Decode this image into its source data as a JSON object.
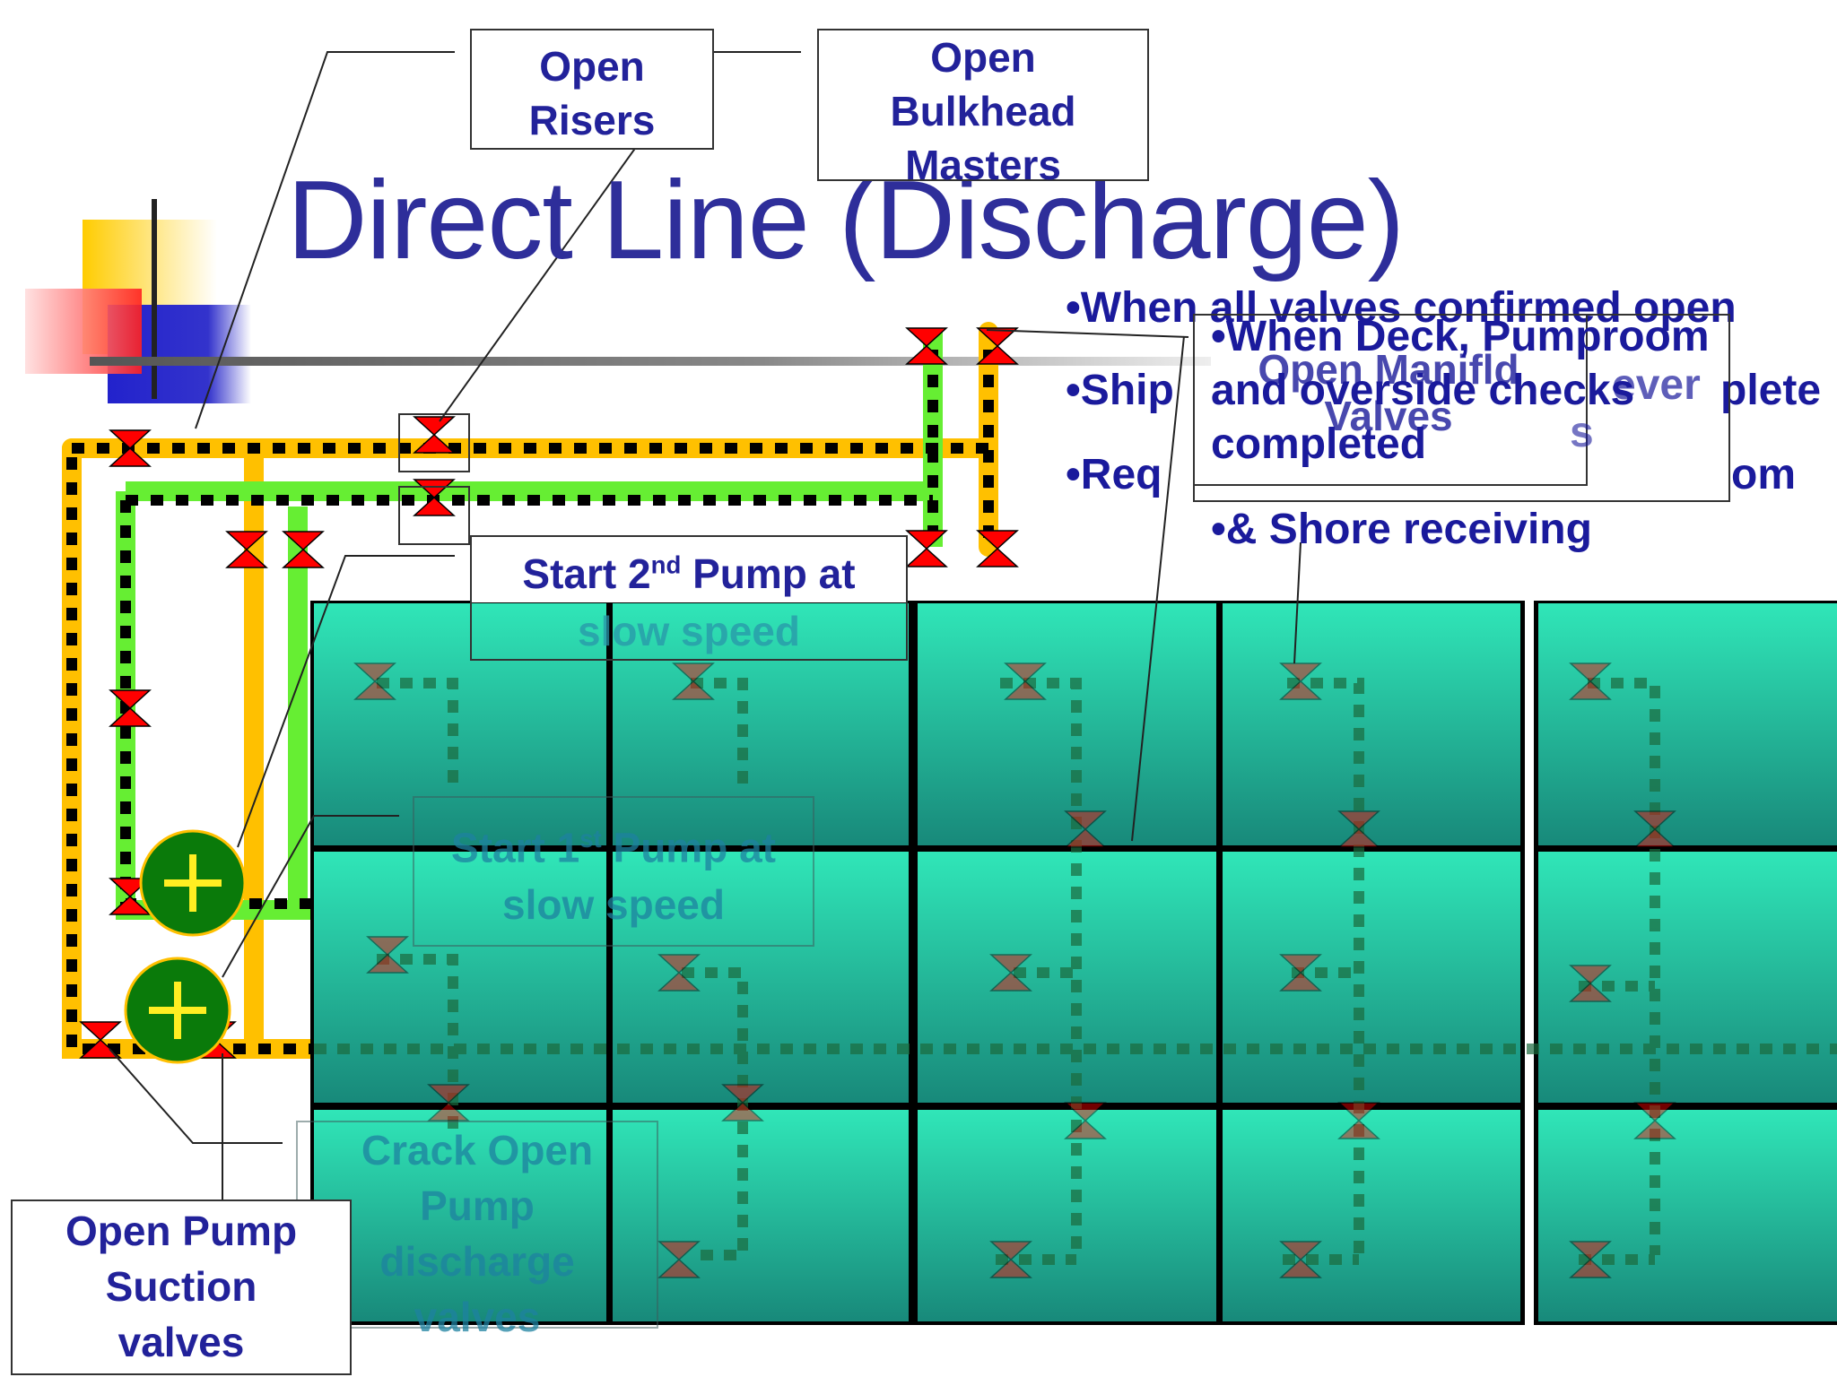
{
  "slide": {
    "title": "Direct Line (Discharge)"
  },
  "callouts": {
    "open_risers": [
      "Open",
      "Risers"
    ],
    "open_bulkhead_masters": [
      "Open",
      "Bulkhead",
      "Masters"
    ],
    "start_2nd_pump": [
      "Start 2nd Pump at",
      "slow speed"
    ],
    "start_1st_pump": [
      "Start 1st Pump at",
      "slow speed"
    ],
    "crack_open_pump_discharge": [
      "Crack Open",
      "Pump",
      "discharge",
      "valves"
    ],
    "open_pump_suction": [
      "Open Pump",
      "Suction",
      "valves"
    ],
    "open_manifold_valves": [
      "Open Manifld",
      "Valves"
    ]
  },
  "bullets": {
    "b1": "•When all valves confirmed open",
    "b2": "•Ship",
    "b2_tail": "plete",
    "b3": "•Req",
    "b3_tail": "om",
    "overlay_1": "•When Deck, Pumproom",
    "overlay_2": "and overside checks",
    "overlay_3": "completed",
    "overlay_4": "•& Shore receiving",
    "ghost_1": "ever",
    "ghost_2": "s"
  },
  "colors": {
    "title": "#2e2e9a",
    "text": "#1a1a9c",
    "pipe_yellow": "#ffc000",
    "pipe_green": "#66ee33",
    "valve_red": "#ff0000",
    "pump_green": "#0a7a0a",
    "tank_top": "#2fe0b0",
    "tank_bottom": "#1a8a7a"
  },
  "icons": {
    "valve": "bowtie-valve-icon",
    "pump": "pump-plus-icon",
    "logo": "color-squares-logo"
  }
}
